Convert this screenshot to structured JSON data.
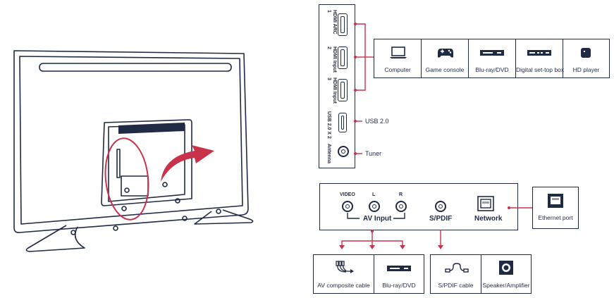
{
  "colors": {
    "accent": "#c8324b",
    "ink": "#1f2a44"
  },
  "side_panel": {
    "ports": [
      {
        "label": "HDMI ARC\n1",
        "icon": "hdmi-port-icon"
      },
      {
        "label": "HDMI Input\n2",
        "icon": "hdmi-port-icon"
      },
      {
        "label": "HDMI Input\n3",
        "icon": "hdmi-port-icon"
      },
      {
        "label": "USB 2.0 X 2",
        "icon": "usb-port-icon"
      },
      {
        "label": "Antenna",
        "icon": "antenna-port-icon"
      }
    ],
    "usb_target": "USB 2.0",
    "antenna_target": "Tuner"
  },
  "hdmi_devices": [
    {
      "label": "Computer",
      "icon": "laptop-icon"
    },
    {
      "label": "Game console",
      "icon": "gamepad-icon"
    },
    {
      "label": "Blu-ray/DVD",
      "icon": "disc-player-icon"
    },
    {
      "label": "Digital set-top box",
      "icon": "set-top-box-icon"
    },
    {
      "label": "HD player",
      "icon": "media-player-icon"
    }
  ],
  "bottom_panel": {
    "video_label": "VIDEO",
    "l_label": "L",
    "r_label": "R",
    "av_input_label": "AV Input",
    "spdif_label": "S/PDIF",
    "network_label": "Network"
  },
  "ethernet_device": {
    "label": "Ethernet port",
    "icon": "ethernet-port-icon"
  },
  "av_devices": [
    {
      "label": "AV composite cable",
      "icon": "composite-cable-icon"
    },
    {
      "label": "Blu-ray/DVD",
      "icon": "disc-player-icon"
    }
  ],
  "spdif_devices": [
    {
      "label": "S/PDIF cable",
      "icon": "spdif-cable-icon"
    },
    {
      "label": "Speaker/Amplifier",
      "icon": "speaker-icon"
    }
  ]
}
